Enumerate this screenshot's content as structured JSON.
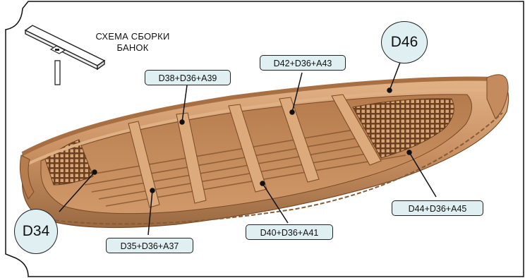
{
  "caption": {
    "line1": "СХЕМА СБОРКИ",
    "line2": "БАНОК"
  },
  "callouts": [
    {
      "id": "d46",
      "text": "D46",
      "shape": "circle"
    },
    {
      "id": "d34",
      "text": "D34",
      "shape": "circle"
    },
    {
      "id": "bench1",
      "text": "D38+D36+A39"
    },
    {
      "id": "bench2",
      "text": "D42+D36+A43"
    },
    {
      "id": "bench3",
      "text": "D44+D36+A45"
    },
    {
      "id": "bench4",
      "text": "D40+D36+A41"
    },
    {
      "id": "bench5",
      "text": "D35+D36+A37"
    }
  ],
  "colors": {
    "callout_fill": "#dfeff2",
    "outline": "#222222",
    "wood_light": "#d9a77a",
    "wood_mid": "#c48c5e",
    "wood_dark": "#8a5a34"
  }
}
